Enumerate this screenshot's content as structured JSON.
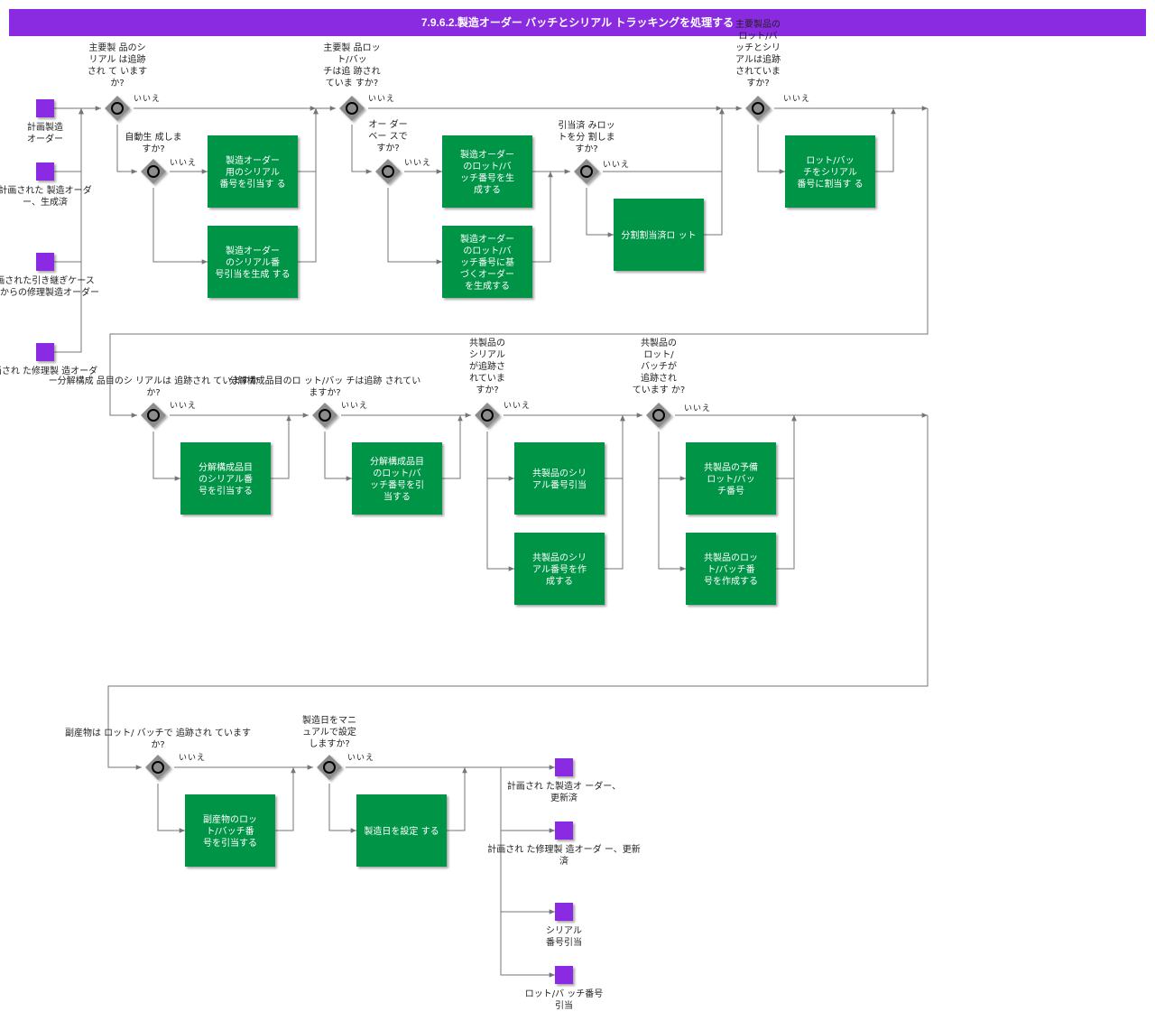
{
  "title": "7.9.6.2.製造オーダー バッチとシリアル トラッキングを処理する",
  "no_label": "いいえ",
  "colors": {
    "header": "#8a2be2",
    "event": "#8a2be2",
    "task": "#009447",
    "gateway": "#8c8c8c",
    "flow": "#757575"
  },
  "start_events": [
    {
      "id": "s1",
      "label": [
        "計画製造",
        "オーダー"
      ]
    },
    {
      "id": "s2",
      "label": [
        "計画された 製造オーダ",
        "ー、生成済"
      ]
    },
    {
      "id": "s3",
      "label": [
        "画された引き継ぎケース",
        "クからの修理製造オーダー"
      ]
    },
    {
      "id": "s4",
      "label": [
        "画され た修理製 造オーダ"
      ]
    }
  ],
  "gateways": [
    {
      "id": "g1",
      "label": [
        "主要製 品のシ",
        "リアル は追跡",
        "され て います",
        "か?"
      ]
    },
    {
      "id": "g2",
      "label": [
        "自動生 成しま",
        "すか?"
      ]
    },
    {
      "id": "g3",
      "label": [
        "主要製 品ロッ",
        "ト/バッ",
        "チは追 跡され",
        "ていま すか?"
      ]
    },
    {
      "id": "g4",
      "label": [
        "オー ダー",
        "ベー スで",
        "すか?"
      ]
    },
    {
      "id": "g5",
      "label": [
        "引当済 みロッ",
        "トを分 割しま",
        "すか?"
      ]
    },
    {
      "id": "g6",
      "label": [
        "主要製品の",
        "ロット/バ",
        "ッチとシリ",
        "アルは追跡",
        "されていま",
        "すか?"
      ]
    },
    {
      "id": "g7",
      "label": [
        "ー分解構成 品目のシ リアルは 追跡され ていますか",
        "か?"
      ]
    },
    {
      "id": "g8",
      "label": [
        "分解構成品目のロ ット/バッ チは追跡 されてい",
        "ますか?"
      ]
    },
    {
      "id": "g9",
      "label": [
        "共製品の",
        "シリアル",
        "が追跡さ",
        "れていま",
        "すか?"
      ]
    },
    {
      "id": "g10",
      "label": [
        "共製品の",
        "ロット/",
        "バッチが",
        "追跡され",
        "ています か?"
      ]
    },
    {
      "id": "g11",
      "label": [
        "副産物は ロット/ バッチで 追跡され ています",
        "か?"
      ]
    },
    {
      "id": "g12",
      "label": [
        "製造日をマニ",
        "ュアルで設定",
        "しますか?"
      ]
    }
  ],
  "tasks": [
    {
      "id": "t1",
      "label": [
        "製造オーダー",
        "用のシリアル",
        "番号を引当す る"
      ]
    },
    {
      "id": "t2",
      "label": [
        "製造オーダー",
        "のシリアル番",
        "号引当を生成 する"
      ]
    },
    {
      "id": "t3",
      "label": [
        "製造オーダー",
        "のロット/バ",
        "ッチ番号を生",
        "成する"
      ]
    },
    {
      "id": "t4",
      "label": [
        "製造オーダー",
        "のロット/バ",
        "ッチ番号に基",
        "づくオーダー",
        "を生成する"
      ]
    },
    {
      "id": "t5",
      "label": [
        "分割割当済ロ ット"
      ]
    },
    {
      "id": "t6",
      "label": [
        "ロット/バッ",
        "チをシリアル",
        "番号に割当す る"
      ]
    },
    {
      "id": "t7",
      "label": [
        "分解構成品目",
        "のシリアル番",
        "号を引当する"
      ]
    },
    {
      "id": "t8",
      "label": [
        "分解構成品目",
        "のロット/バ",
        "ッチ番号を引",
        "当する"
      ]
    },
    {
      "id": "t9",
      "label": [
        "共製品のシリ",
        "アル番号引当"
      ]
    },
    {
      "id": "t10",
      "label": [
        "共製品のシリ",
        "アル番号を作",
        "成する"
      ]
    },
    {
      "id": "t11",
      "label": [
        "共製品の予備",
        "ロット/バッ",
        "チ番号"
      ]
    },
    {
      "id": "t12",
      "label": [
        "共製品のロッ",
        "ト/バッチ番",
        "号を作成する"
      ]
    },
    {
      "id": "t13",
      "label": [
        "副産物のロッ",
        "ト/バッチ番",
        "号を引当する"
      ]
    },
    {
      "id": "t14",
      "label": [
        "製造日を設定 する"
      ]
    }
  ],
  "end_events": [
    {
      "id": "e1",
      "label": [
        "計画され た製造オ ーダー、",
        "更新済"
      ]
    },
    {
      "id": "e2",
      "label": [
        "計画され た修理製 造オーダ ー、更新",
        "済"
      ]
    },
    {
      "id": "e3",
      "label": [
        "シリアル",
        "番号引当"
      ]
    },
    {
      "id": "e4",
      "label": [
        "ロット/バ ッチ番号",
        "引当"
      ]
    }
  ]
}
